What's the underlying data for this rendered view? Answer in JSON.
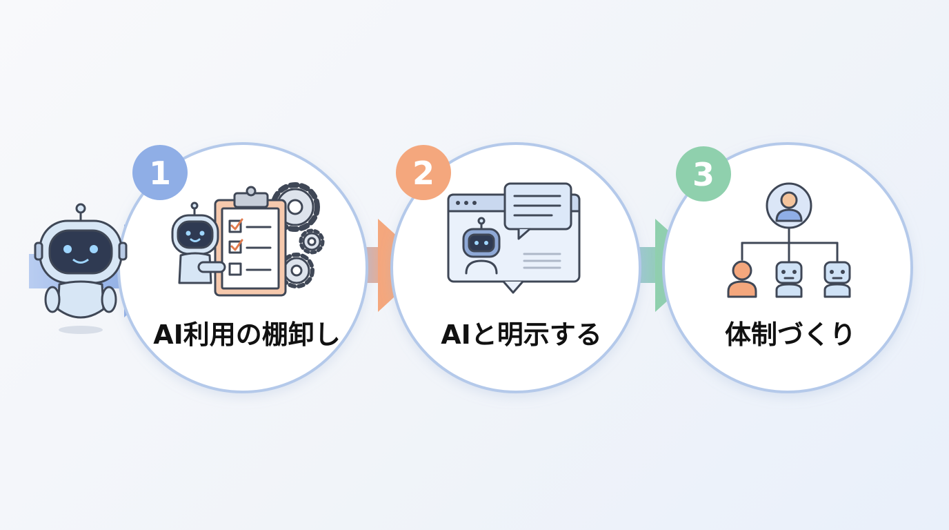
{
  "colors": {
    "blue": "#8faee6",
    "orange": "#f4a77d",
    "green": "#8fd0ad",
    "circle_stroke": "#b4c9ea",
    "outline": "#3f4756",
    "robot_body": "#d7e6f5",
    "robot_face": "#2f3a52"
  },
  "steps": [
    {
      "number": "1",
      "label": "AI利用の棚卸し",
      "color": "#8faee6",
      "icon": "clipboard-checklist-robot-icon"
    },
    {
      "number": "2",
      "label": "AIと明示する",
      "color": "#f4a77d",
      "icon": "chat-window-robot-icon"
    },
    {
      "number": "3",
      "label": "体制づくり",
      "color": "#8fd0ad",
      "icon": "org-chart-icon"
    }
  ],
  "mascot": {
    "icon": "robot-mascot-icon"
  }
}
